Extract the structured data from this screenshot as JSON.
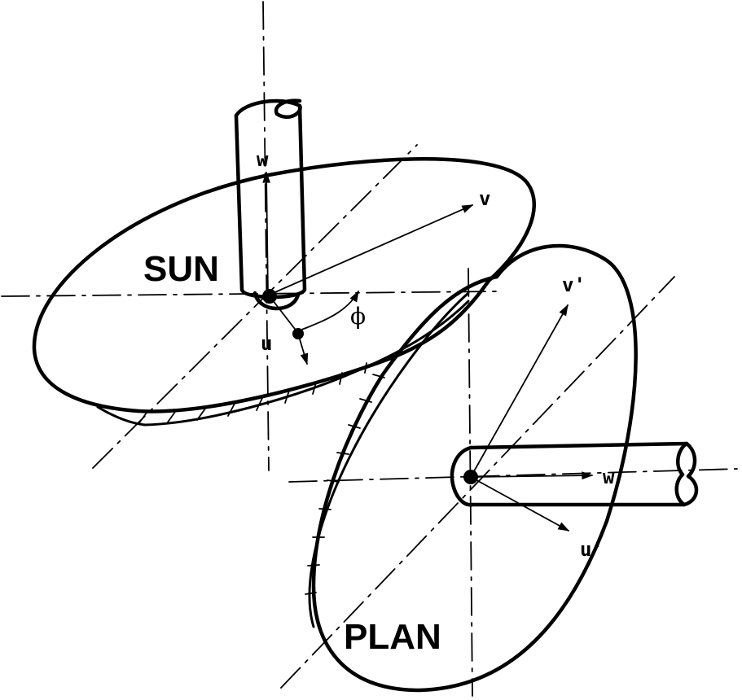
{
  "gear_labels": {
    "sun": "SUN",
    "planet": "PLAN"
  },
  "axis_labels": {
    "sun_w": "w",
    "sun_v": "v",
    "sun_u": "u",
    "planet_w": "w'",
    "planet_v": "v'",
    "planet_u": "u'",
    "angle": "ϕ"
  }
}
